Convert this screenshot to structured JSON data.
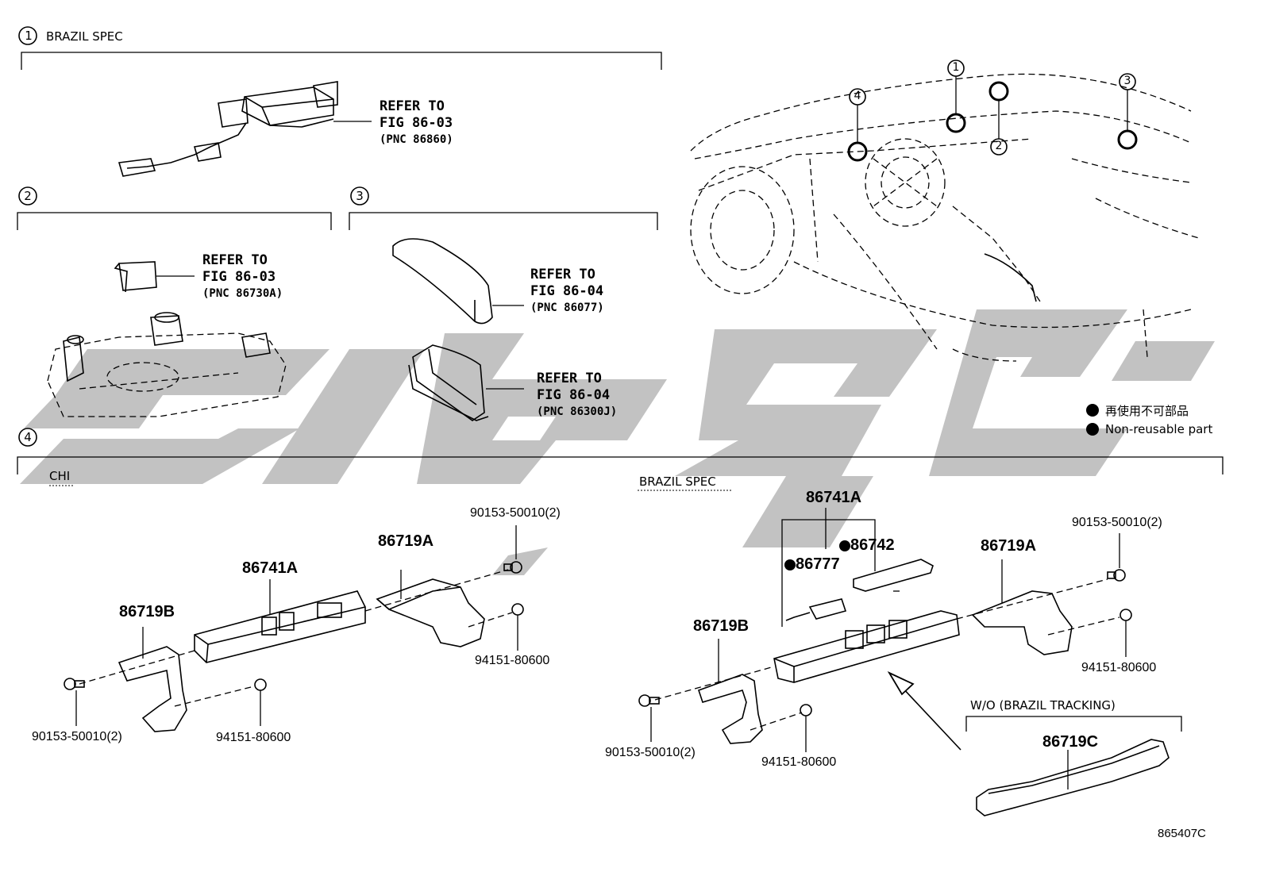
{
  "sections": {
    "s1": {
      "num": "1",
      "title": "BRAZIL SPEC"
    },
    "s2": {
      "num": "2"
    },
    "s3": {
      "num": "3"
    },
    "s4": {
      "num": "4"
    }
  },
  "refs": [
    {
      "line1": "REFER TO",
      "line2": "FIG 86-03",
      "pnc": "(PNC 86860)"
    },
    {
      "line1": "REFER TO",
      "line2": "FIG 86-03",
      "pnc": "(PNC 86730A)"
    },
    {
      "line1": "REFER TO",
      "line2": "FIG 86-04",
      "pnc": "(PNC 86077)"
    },
    {
      "line1": "REFER TO",
      "line2": "FIG 86-04",
      "pnc": "(PNC 86300J)"
    }
  ],
  "car_callouts": [
    "1",
    "2",
    "3",
    "4"
  ],
  "legend": {
    "jp": "再使用不可部品",
    "en": "Non-reusable part",
    "dot_color": "#000000"
  },
  "chi": {
    "title": "CHI",
    "parts": {
      "bracket_b": "86719B",
      "module": "86741A",
      "bracket_a": "86719A",
      "bolt_top": "90153-50010(2)",
      "nut_top": "94151-80600",
      "bolt_bottom": "90153-50010(2)",
      "nut_bottom": "94151-80600"
    }
  },
  "brazil": {
    "title": "BRAZIL SPEC",
    "parts": {
      "module": "86741A",
      "part_86742": "86742",
      "part_86777": "86777",
      "bracket_a": "86719A",
      "bracket_b": "86719B",
      "bolt_top": "90153-50010(2)",
      "nut_top": "94151-80600",
      "bolt_bottom": "90153-50010(2)",
      "nut_bottom": "94151-80600"
    },
    "wo": {
      "title": "W/O (BRAZIL TRACKING)",
      "part": "86719C"
    }
  },
  "watermark": {
    "color": "#bdbdbd"
  },
  "figure_code": "865407C"
}
